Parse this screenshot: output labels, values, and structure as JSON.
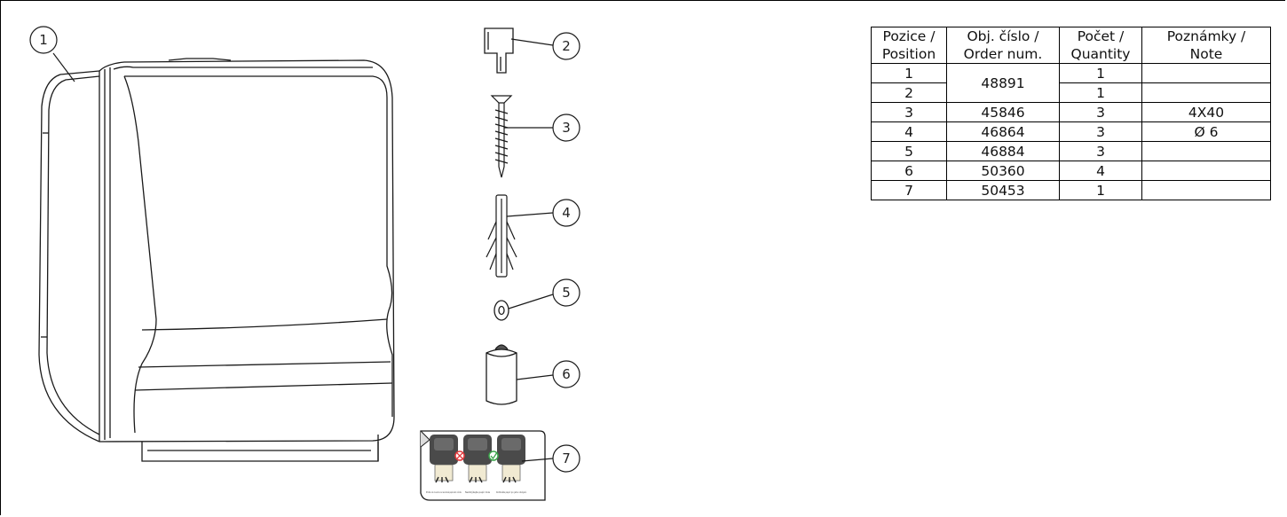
{
  "callouts": [
    "1",
    "2",
    "3",
    "4",
    "5",
    "6",
    "7"
  ],
  "sticker": {
    "captions": [
      "Přiložte ruku k senzoru na levé straně papírového ručníku",
      "Nedotýkejte papír dole",
      "Dotkněte papír po jeho odvíjení"
    ]
  },
  "table": {
    "headers": [
      {
        "cz": "Pozice /",
        "en": "Position"
      },
      {
        "cz": "Obj. číslo /",
        "en": "Order num."
      },
      {
        "cz": "Počet /",
        "en": "Quantity"
      },
      {
        "cz": "Poznámky /",
        "en": "Note"
      }
    ],
    "rows": [
      {
        "position": "1",
        "order": "48891",
        "quantity": "1",
        "note": ""
      },
      {
        "position": "2",
        "order": "",
        "quantity": "1",
        "note": ""
      },
      {
        "position": "3",
        "order": "45846",
        "quantity": "3",
        "note": "4X40"
      },
      {
        "position": "4",
        "order": "46864",
        "quantity": "3",
        "note": "Ø 6"
      },
      {
        "position": "5",
        "order": "46884",
        "quantity": "3",
        "note": ""
      },
      {
        "position": "6",
        "order": "50360",
        "quantity": "4",
        "note": ""
      },
      {
        "position": "7",
        "order": "50453",
        "quantity": "1",
        "note": ""
      }
    ]
  }
}
